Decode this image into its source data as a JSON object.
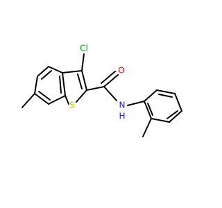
{
  "colors": {
    "background": "#ffffff",
    "bond": "#000000",
    "chlorine": "#00a000",
    "oxygen": "#e00000",
    "sulfur": "#b8b800",
    "nitrogen": "#2020e0"
  },
  "atoms": {
    "chlorine": "Cl",
    "oxygen": "O",
    "sulfur": "S",
    "nitrogen": "N",
    "hydrogen": "H"
  }
}
